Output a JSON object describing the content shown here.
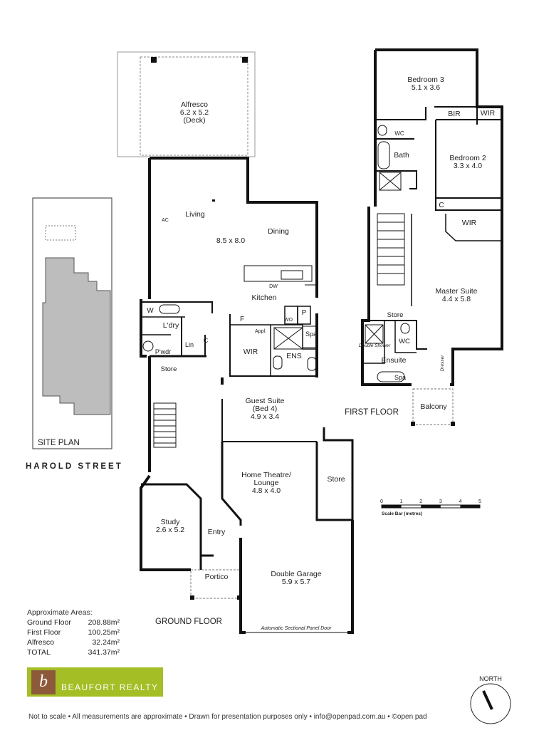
{
  "site_plan": {
    "title": "SITE PLAN",
    "street": "HAROLD STREET"
  },
  "ground_floor": {
    "title": "GROUND FLOOR",
    "alfresco": {
      "name": "Alfresco",
      "size": "6.2 x 5.2",
      "note": "(Deck)"
    },
    "living": "Living",
    "living_size": "8.5 x 8.0",
    "dining": "Dining",
    "kitchen": "Kitchen",
    "dw": "DW",
    "ac": "AC",
    "w": "W",
    "laundry": "L'dry",
    "powder": "P'wdr",
    "lin": "Lin",
    "c": "C",
    "f": "F",
    "p": "P",
    "wo": "WO",
    "appl": "Appl.",
    "spa": "Spa",
    "wir": "WIR",
    "ens": "ENS",
    "store1": "Store",
    "guest": {
      "name": "Guest Suite",
      "note": "(Bed 4)",
      "size": "4.9 x 3.4"
    },
    "theatre": {
      "name": "Home Theatre/",
      "name2": "Lounge",
      "size": "4.8 x 4.0"
    },
    "store2": "Store",
    "study": {
      "name": "Study",
      "size": "2.6 x 5.2"
    },
    "entry": "Entry",
    "portico": "Portico",
    "garage": {
      "name": "Double Garage",
      "size": "5.9 x 5.7"
    },
    "garage_door": "Automatic Sectional Panel Door"
  },
  "first_floor": {
    "title": "FIRST FLOOR",
    "bed3": {
      "name": "Bedroom 3",
      "size": "5.1 x 3.6"
    },
    "bir": "BIR",
    "wir1": "WIR",
    "wc1": "WC",
    "bath": "Bath",
    "bed2": {
      "name": "Bedroom 2",
      "size": "3.3 x 4.0"
    },
    "c": "C",
    "wir2": "WIR",
    "master": {
      "name": "Master Suite",
      "size": "4.4 x 5.8"
    },
    "store": "Store",
    "double_shower": "Double Shower",
    "wc2": "WC",
    "ensuite": "Ensuite",
    "spa": "Spa",
    "dresser": "Dresser",
    "balcony": "Balcony"
  },
  "scale_bar": {
    "ticks": [
      "0",
      "1",
      "2",
      "3",
      "4",
      "5"
    ],
    "label": "Scale Bar (metres)"
  },
  "areas": {
    "heading": "Approximate Areas:",
    "rows": [
      {
        "label": "Ground Floor",
        "value": "208.88m²"
      },
      {
        "label": "First Floor",
        "value": "100.25m²"
      },
      {
        "label": "Alfresco",
        "value": "32.24m²"
      },
      {
        "label": "TOTAL",
        "value": "341.37m²"
      }
    ]
  },
  "logo": {
    "mark": "b",
    "name": "BEAUFORT REALTY",
    "color": "#a4be25"
  },
  "north": "NORTH",
  "footer": "Not to scale  •  All measurements are approximate  •  Drawn for presentation purposes only  •  info@openpad.com.au  •  ©open pad"
}
